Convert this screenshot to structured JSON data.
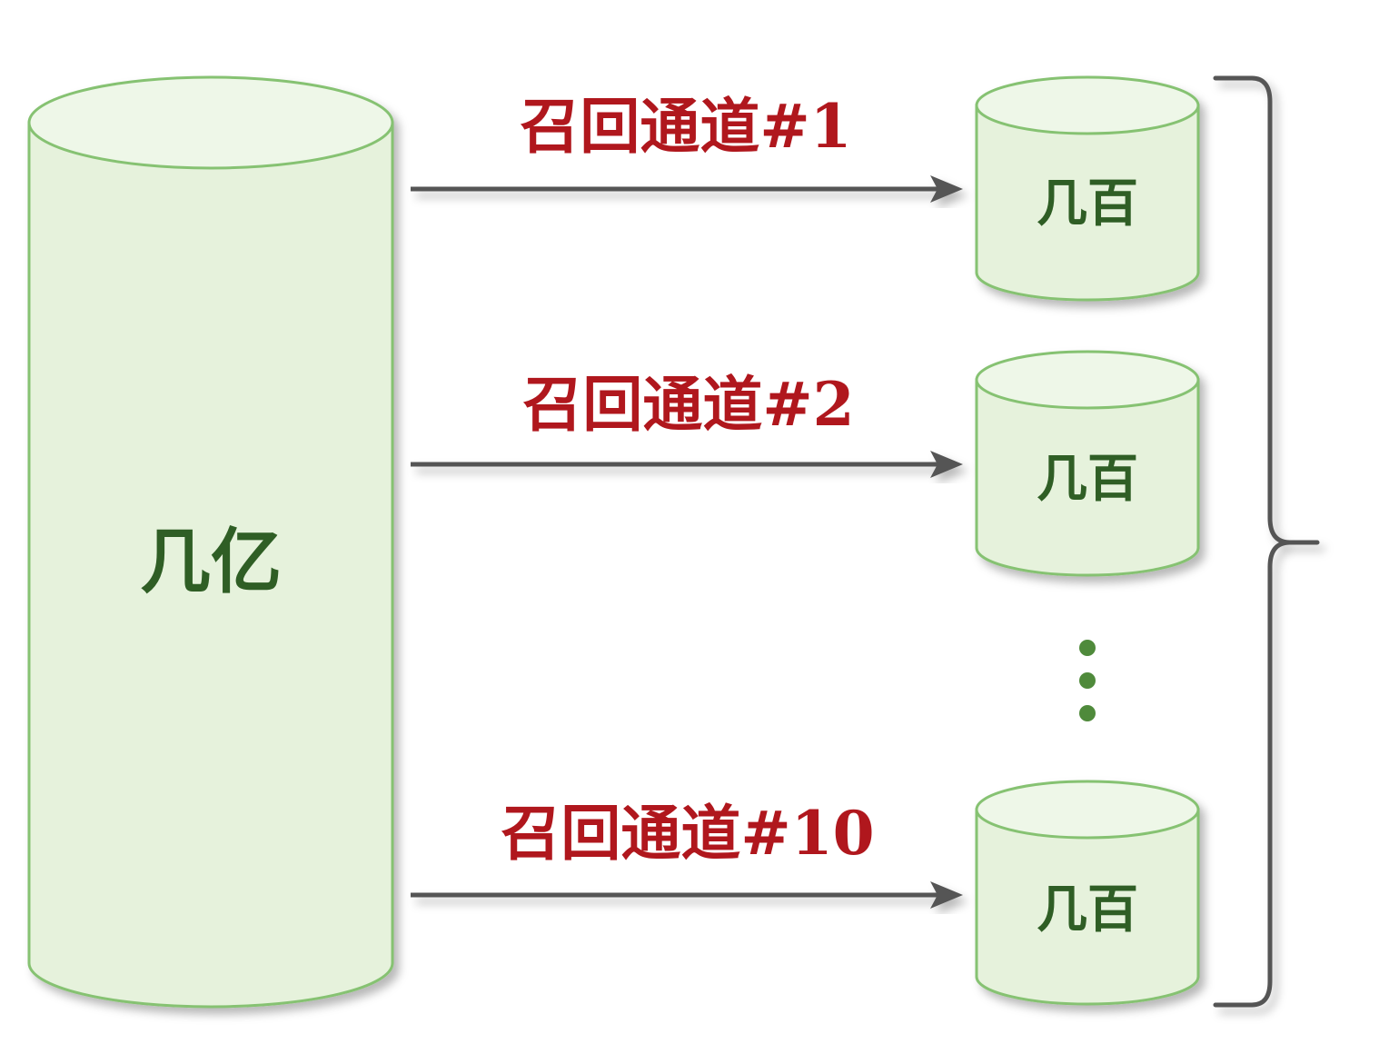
{
  "source": {
    "label": "几亿"
  },
  "channels": [
    {
      "label": "召回通道#1",
      "result": "几百"
    },
    {
      "label": "召回通道#2",
      "result": "几百"
    },
    {
      "label": "召回通道#10",
      "result": "几百"
    }
  ],
  "colors": {
    "cylinder_fill": "#e6f2dc",
    "cylinder_top": "#eef7e8",
    "cylinder_stroke": "#86c272",
    "label_green": "#2f5e25",
    "label_red": "#b0171d",
    "arrow": "#555555",
    "ellipsis_dots": "#4f8a3b",
    "brace": "#555555"
  }
}
